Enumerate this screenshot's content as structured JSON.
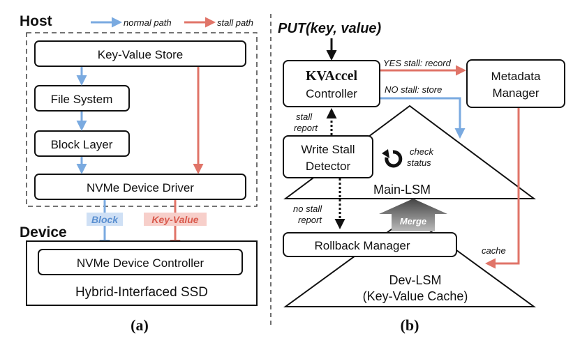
{
  "panel_a": {
    "host_label": "Host",
    "device_label": "Device",
    "legend": {
      "normal": "normal path",
      "stall": "stall path"
    },
    "boxes": {
      "kv_store": "Key-Value Store",
      "file_system": "File System",
      "block_layer": "Block Layer",
      "nvme_driver": "NVMe Device Driver",
      "nvme_controller": "NVMe Device Controller"
    },
    "ssd_label": "Hybrid-Interfaced SSD",
    "tags": {
      "block": "Block",
      "key_value": "Key-Value"
    },
    "caption": "(a)"
  },
  "panel_b": {
    "put_label": "PUT(key, value)",
    "controller_title": "KVAccel",
    "controller_sub": "Controller",
    "metadata_line1": "Metadata",
    "metadata_line2": "Manager",
    "yes_stall": "YES stall: record",
    "no_stall": "NO stall: store",
    "stall_report_1": "stall",
    "stall_report_2": "report",
    "detector_line1": "Write Stall",
    "detector_line2": "Detector",
    "check_1": "check",
    "check_2": "status",
    "main_lsm": "Main-LSM",
    "no_stall_report_1": "no stall",
    "no_stall_report_2": "report",
    "merge": "Merge",
    "rollback": "Rollback Manager",
    "cache": "cache",
    "dev_lsm_1": "Dev-LSM",
    "dev_lsm_2": "(Key-Value Cache)",
    "caption": "(b)"
  },
  "colors": {
    "normal": "#7aaae0",
    "stall": "#e07468",
    "merge": "#666666"
  }
}
